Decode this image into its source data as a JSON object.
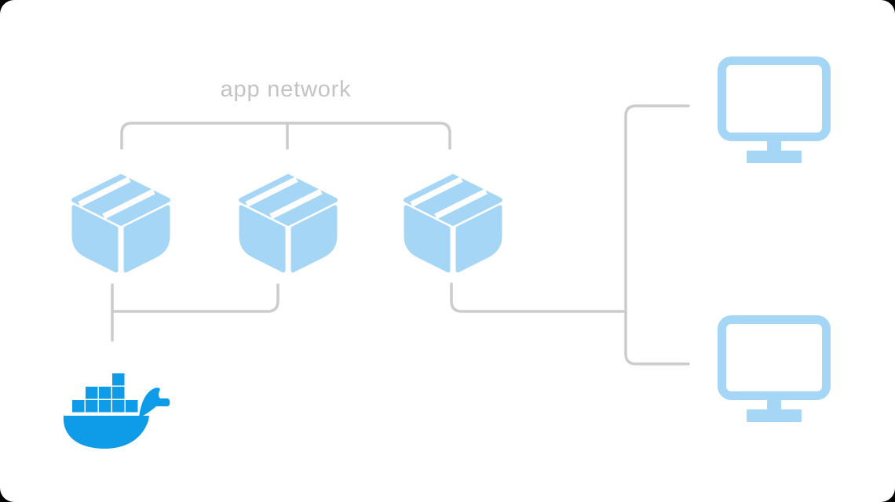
{
  "diagram": {
    "network_label": "app network",
    "colors": {
      "background": "#ffffff",
      "outside": "#000000",
      "icon_blue": "#a6d6f6",
      "docker_blue": "#0e9ce9",
      "line_gray": "#cccccc",
      "label_gray": "#c3c3c3"
    },
    "nodes": {
      "containers": [
        {
          "id": "container-1",
          "icon": "package-icon"
        },
        {
          "id": "container-2",
          "icon": "package-icon"
        },
        {
          "id": "container-3",
          "icon": "package-icon"
        }
      ],
      "docker_engine": {
        "id": "docker",
        "icon": "docker-whale-icon"
      },
      "clients": [
        {
          "id": "client-1",
          "icon": "monitor-icon"
        },
        {
          "id": "client-2",
          "icon": "monitor-icon"
        }
      ]
    },
    "edges": [
      {
        "id": "app-network-bracket",
        "connects": [
          "container-1",
          "container-2",
          "container-3"
        ]
      },
      {
        "id": "containers-to-docker-bracket",
        "connects": [
          "container-1",
          "container-2",
          "docker"
        ]
      },
      {
        "id": "container3-to-clients-line",
        "connects": [
          "container-3",
          "clients-bracket"
        ]
      },
      {
        "id": "clients-bracket",
        "connects": [
          "client-1",
          "client-2"
        ]
      }
    ]
  }
}
